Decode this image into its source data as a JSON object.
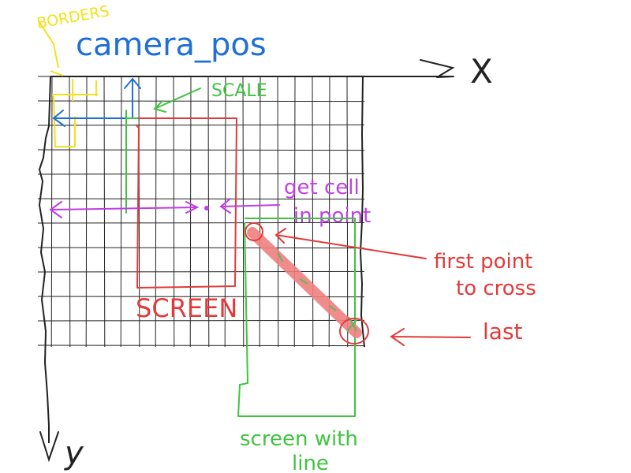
{
  "labels": {
    "borders": "BORDERS",
    "camera_pos": "camera_pos",
    "axis_x": "X",
    "axis_y": "y",
    "scale": "SCALE",
    "get_cell_line1": "get cell",
    "get_cell_line2": "in point",
    "first_point_line1": "first point",
    "first_point_line2": "to cross",
    "last": "last",
    "screen": "SCREEN",
    "screen_with_line_line1": "screen with",
    "screen_with_line_line2": "line"
  },
  "colors": {
    "ink_black": "#222222",
    "grid": "#222222",
    "borders": "#f5e11a",
    "camera": "#1f6fd6",
    "scale": "#3fc43f",
    "screen": "#e23a3a",
    "get_cell": "#c03ee6",
    "line_fill": "#f08080",
    "crossing_marks": "#5db85d"
  }
}
